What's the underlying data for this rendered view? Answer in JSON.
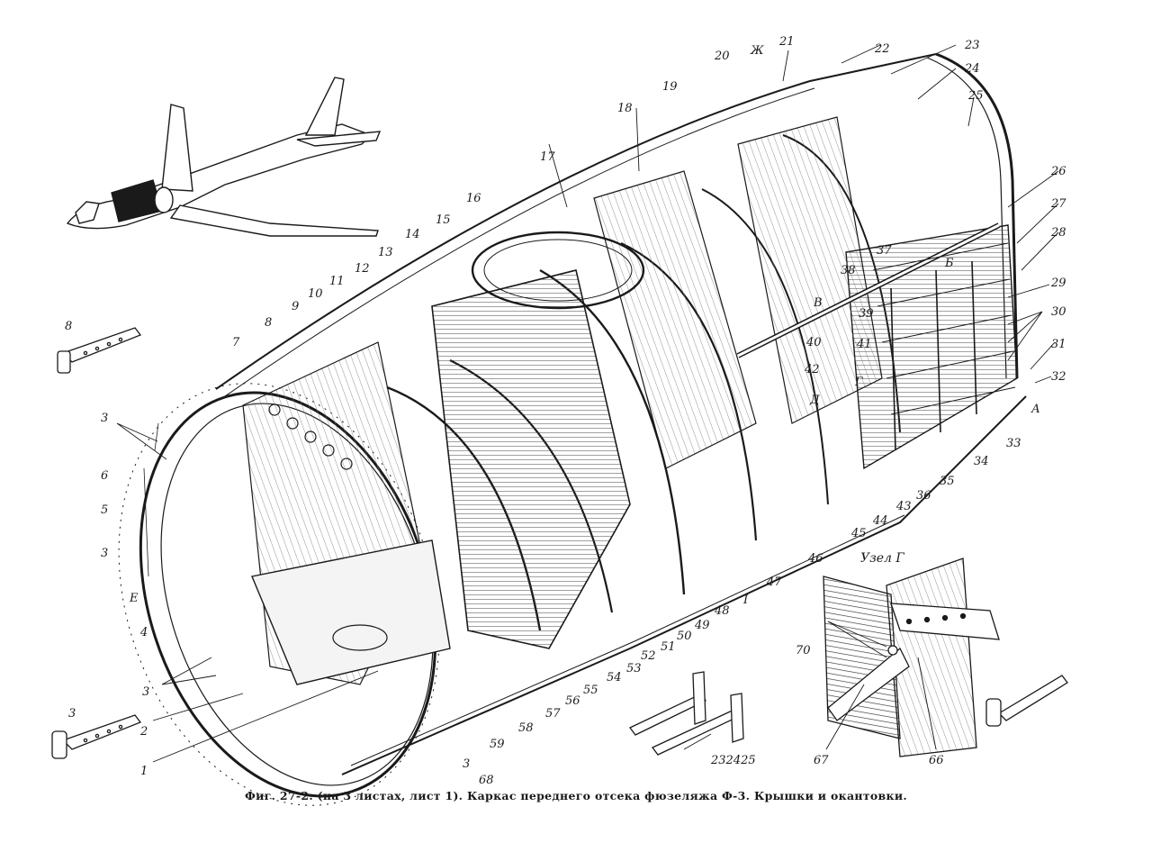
{
  "caption": "Фиг. 27-2. (на 3 листах, лист 1). Каркас переднего отсека фюзеляжа Ф-3. Крышки и окантовки.",
  "inset_title": "Узел Г",
  "labels": {
    "n1": "1",
    "n2": "2",
    "n3": "3",
    "n4": "4",
    "n5": "5",
    "n6": "6",
    "n7": "7",
    "n8": "8",
    "n9": "9",
    "n10": "10",
    "n11": "11",
    "n12": "12",
    "n13": "13",
    "n14": "14",
    "n15": "15",
    "n16": "16",
    "n17": "17",
    "n18": "18",
    "n19": "19",
    "n20": "20",
    "n21": "21",
    "n22": "22",
    "n23": "23",
    "n24": "24",
    "n25": "25",
    "n26": "26",
    "n27": "27",
    "n28": "28",
    "n29": "29",
    "n30": "30",
    "n31": "31",
    "n32": "32",
    "n33": "33",
    "n34": "34",
    "n35": "35",
    "n36": "36",
    "n37": "37",
    "n38": "38",
    "n39": "39",
    "n40": "40",
    "n41": "41",
    "n42": "42",
    "n43": "43",
    "n44": "44",
    "n45": "45",
    "n46": "46",
    "n47": "47",
    "n48": "48",
    "n49": "49",
    "n50": "50",
    "n51": "51",
    "n52": "52",
    "n53": "53",
    "n54": "54",
    "n55": "55",
    "n56": "56",
    "n57": "57",
    "n58": "58",
    "n59": "59",
    "n66": "66",
    "n67": "67",
    "n68": "68",
    "n70": "70",
    "n232425": "232425",
    "lA": "А",
    "lB": "Б",
    "lV": "В",
    "lG": "Г",
    "lD": "Д",
    "lE": "Е",
    "lZh": "Ж",
    "lI": "I"
  },
  "colors": {
    "ink": "#1a1a1a",
    "paper": "#ffffff",
    "shade": "#555555"
  }
}
